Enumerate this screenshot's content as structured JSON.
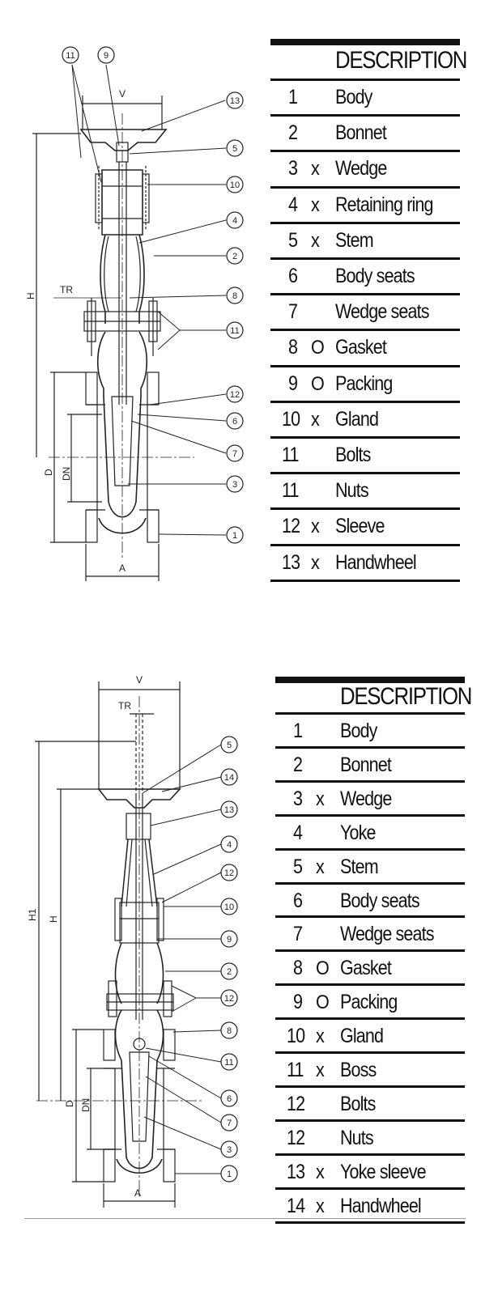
{
  "tables": [
    {
      "title": "DESCRIPTION",
      "rows": [
        {
          "num": "1",
          "mark": "",
          "desc": "Body"
        },
        {
          "num": "2",
          "mark": "",
          "desc": "Bonnet"
        },
        {
          "num": "3",
          "mark": "x",
          "desc": "Wedge"
        },
        {
          "num": "4",
          "mark": "x",
          "desc": "Retaining ring"
        },
        {
          "num": "5",
          "mark": "x",
          "desc": "Stem"
        },
        {
          "num": "6",
          "mark": "",
          "desc": "Body seats"
        },
        {
          "num": "7",
          "mark": "",
          "desc": "Wedge seats"
        },
        {
          "num": "8",
          "mark": "O",
          "desc": "Gasket"
        },
        {
          "num": "9",
          "mark": "O",
          "desc": "Packing"
        },
        {
          "num": "10",
          "mark": "x",
          "desc": "Gland"
        },
        {
          "num": "11",
          "mark": "",
          "desc": "Bolts"
        },
        {
          "num": "11",
          "mark": "",
          "desc": "Nuts"
        },
        {
          "num": "12",
          "mark": "x",
          "desc": "Sleeve"
        },
        {
          "num": "13",
          "mark": "x",
          "desc": "Handwheel"
        }
      ]
    },
    {
      "title": "DESCRIPTION",
      "rows": [
        {
          "num": "1",
          "mark": "",
          "desc": "Body"
        },
        {
          "num": "2",
          "mark": "",
          "desc": "Bonnet"
        },
        {
          "num": "3",
          "mark": "x",
          "desc": "Wedge"
        },
        {
          "num": "4",
          "mark": "",
          "desc": "Yoke"
        },
        {
          "num": "5",
          "mark": "x",
          "desc": "Stem"
        },
        {
          "num": "6",
          "mark": "",
          "desc": "Body seats"
        },
        {
          "num": "7",
          "mark": "",
          "desc": "Wedge seats"
        },
        {
          "num": "8",
          "mark": "O",
          "desc": "Gasket"
        },
        {
          "num": "9",
          "mark": "O",
          "desc": "Packing"
        },
        {
          "num": "10",
          "mark": "x",
          "desc": "Gland"
        },
        {
          "num": "11",
          "mark": "x",
          "desc": "Boss"
        },
        {
          "num": "12",
          "mark": "",
          "desc": "Bolts"
        },
        {
          "num": "12",
          "mark": "",
          "desc": "Nuts"
        },
        {
          "num": "13",
          "mark": "x",
          "desc": "Yoke sleeve"
        },
        {
          "num": "14",
          "mark": "x",
          "desc": "Handwheel"
        }
      ]
    }
  ],
  "drawing1": {
    "dim_labels": {
      "v": "V",
      "h": "H",
      "tr": "TR",
      "d": "D",
      "dn": "DN",
      "a": "A"
    },
    "callouts": [
      "11",
      "9",
      "13",
      "5",
      "10",
      "4",
      "2",
      "8",
      "11",
      "12",
      "6",
      "7",
      "3",
      "1"
    ]
  },
  "drawing2": {
    "dim_labels": {
      "v": "V",
      "tr": "TR",
      "h1": "H1",
      "h": "H",
      "d": "D",
      "dn": "DN",
      "a": "A"
    },
    "callouts": [
      "5",
      "14",
      "13",
      "4",
      "12",
      "10",
      "9",
      "2",
      "12",
      "8",
      "11",
      "6",
      "7",
      "3",
      "1"
    ]
  }
}
